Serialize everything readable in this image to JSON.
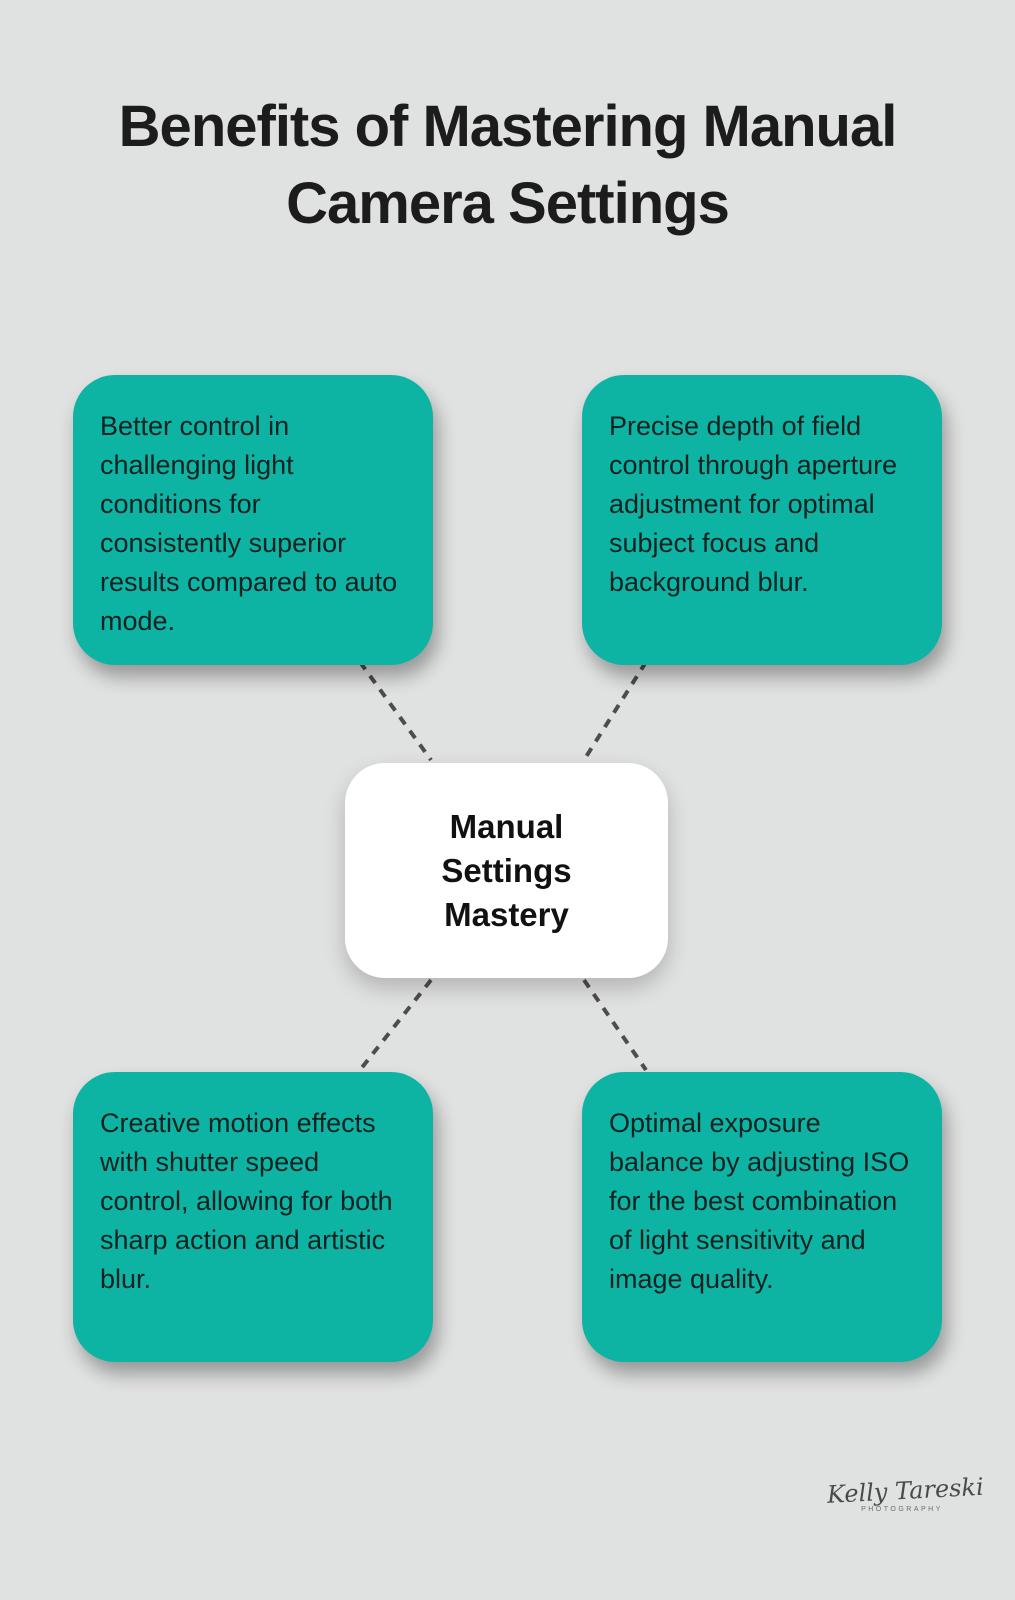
{
  "page": {
    "title": "Benefits of Mastering Manual Camera Settings"
  },
  "center": {
    "label": "Manual Settings Mastery"
  },
  "benefits": [
    {
      "position": "top-left",
      "text": "Better control in challenging light conditions for consistently superior results compared to auto mode."
    },
    {
      "position": "top-right",
      "text": "Precise depth of field control through aperture adjustment for optimal subject focus and background blur."
    },
    {
      "position": "bottom-left",
      "text": "Creative motion effects with shutter speed control, allowing for both sharp action and artistic blur."
    },
    {
      "position": "bottom-right",
      "text": "Optimal exposure balance by adjusting ISO for the best combination of light sensitivity and image quality."
    }
  ],
  "signature": {
    "name": "Kelly Tareski",
    "subtitle": "PHOTOGRAPHY"
  },
  "colors": {
    "background": "#e0e1e1",
    "card": "#0db4a4",
    "card_text": "#132220",
    "center_bg": "#ffffff",
    "title_text": "#1c1c1c",
    "connector": "#4d4d4d"
  }
}
